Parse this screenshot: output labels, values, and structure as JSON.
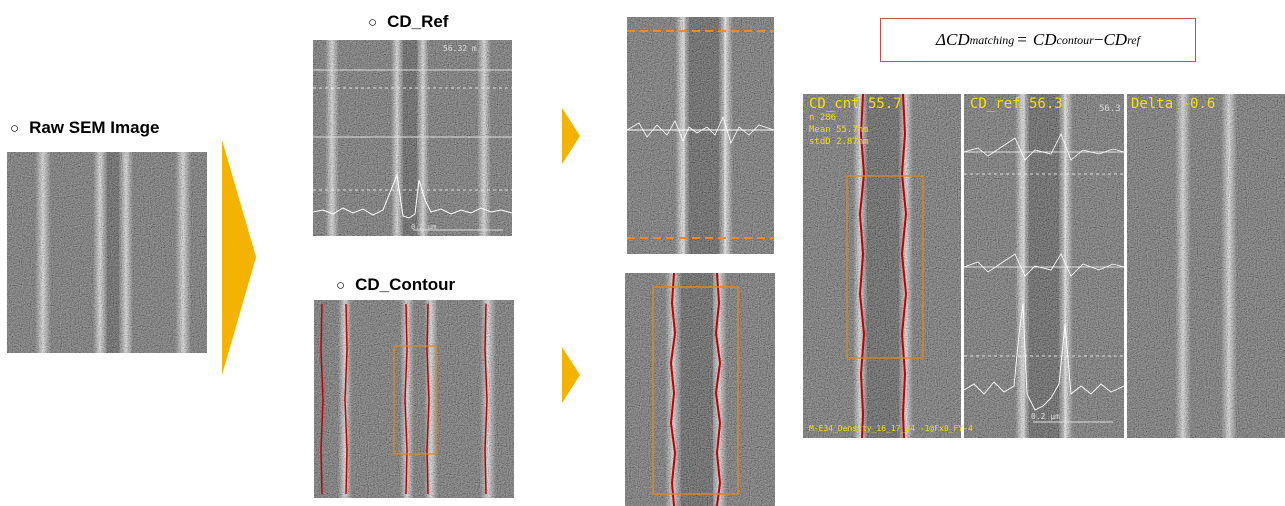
{
  "labels": {
    "raw": "Raw SEM Image",
    "ref": "CD_Ref",
    "contour": "CD_Contour",
    "bullet": "○"
  },
  "formula": {
    "delta": "ΔCD",
    "sub_matching": "matching",
    "eq": "= ",
    "cd1": "CD",
    "sub_contour": "contour",
    "minus": " − ",
    "cd2": "CD",
    "sub_ref": "ref"
  },
  "overlay": {
    "cd_cnt": "CD_cnt 55.7",
    "cd_ref": "CD_ref 56.3",
    "delta": "Delta -0.6",
    "n": "n 286",
    "mean": "Mean 55.7nm",
    "std": "stdD 2.87nm",
    "corner_ref": "56.3",
    "footer": "M-E34_Density_16_17_34 -1@Fx0_FY-4",
    "scale": "0.2 µm",
    "small_ref_corner": "56.32 m",
    "small_ref_scale": "0.2 µm"
  },
  "colors": {
    "arrow": "#f5b301",
    "contour_line": "#c00000",
    "box": "#d98a1f",
    "dashed_orange": "#f08a24",
    "overlay_text": "#f5e100",
    "formula_border": "#c0504d"
  }
}
